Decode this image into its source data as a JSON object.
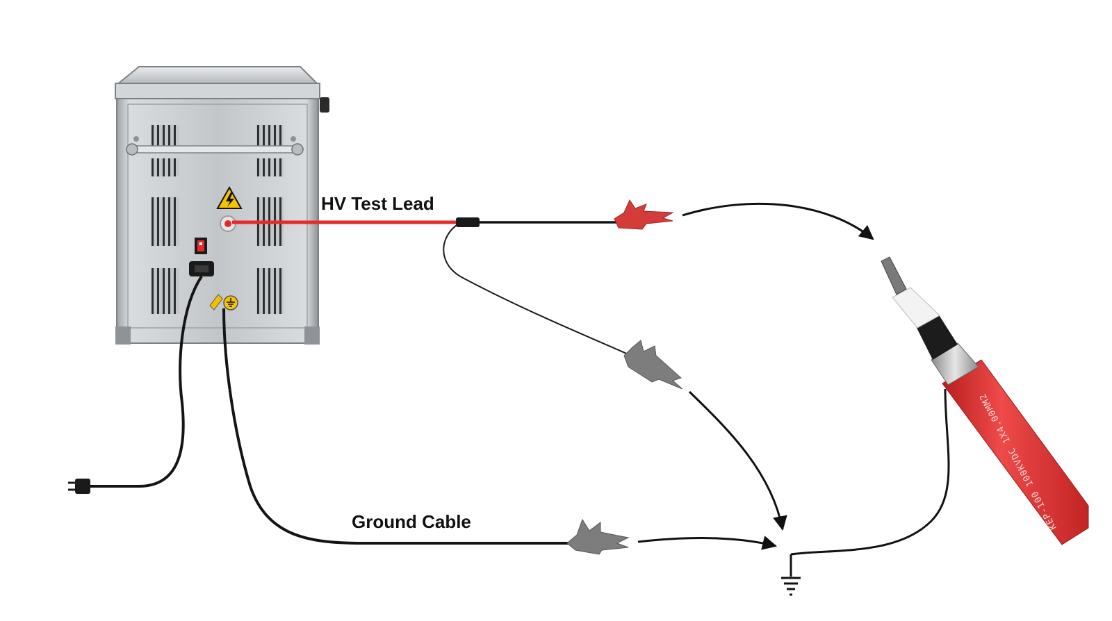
{
  "labels": {
    "hv_test_lead": "HV Test Lead",
    "ground_cable": "Ground Cable"
  },
  "cable_markings": {
    "line1": "KEP-100   100KVDC   1X4.00MM2"
  },
  "icons": {
    "warning": "high-voltage-warning-icon",
    "ground_symbol": "ground-icon",
    "earth_terminal": "earth-terminal-icon",
    "power_switch": "power-switch-icon"
  },
  "colors": {
    "hv_lead": "#e52a2a",
    "hv_clip": "#d43c3c",
    "ground_clip": "#7d7d7d",
    "cable_jacket": "#e23a3a",
    "cable_line": "#111111",
    "housing": "#c9ccce"
  }
}
